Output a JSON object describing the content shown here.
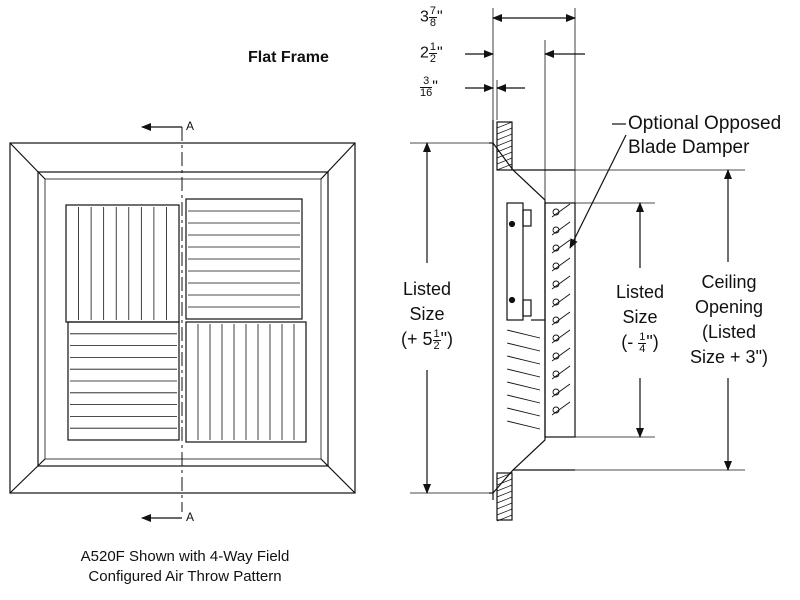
{
  "front_view": {
    "title": "Flat Frame",
    "section_marker_top": "A",
    "section_marker_bottom": "A",
    "caption_line1": "A520F Shown with 4-Way Field",
    "caption_line2": "Configured Air Throw Pattern"
  },
  "side_view": {
    "callout_line1": "Optional Opposed",
    "callout_line2": "Blade Damper",
    "dims": {
      "d1_whole": "3",
      "d1_num": "7",
      "d1_den": "8",
      "d1_unit": "\"",
      "d2_whole": "2",
      "d2_num": "1",
      "d2_den": "2",
      "d2_unit": "\"",
      "d3_num": "3",
      "d3_den": "16",
      "d3_unit": "\""
    },
    "left_label": {
      "line1": "Listed",
      "line2": "Size",
      "line3_prefix": "(+ 5",
      "line3_num": "1",
      "line3_den": "2",
      "line3_suffix": "\")"
    },
    "mid_label": {
      "line1": "Listed",
      "line2": "Size",
      "line3_prefix": "(- ",
      "line3_num": "1",
      "line3_den": "4",
      "line3_suffix": "\")"
    },
    "right_label": {
      "line1": "Ceiling",
      "line2": "Opening",
      "line3": "(Listed",
      "line4": "Size  + 3\")"
    }
  }
}
